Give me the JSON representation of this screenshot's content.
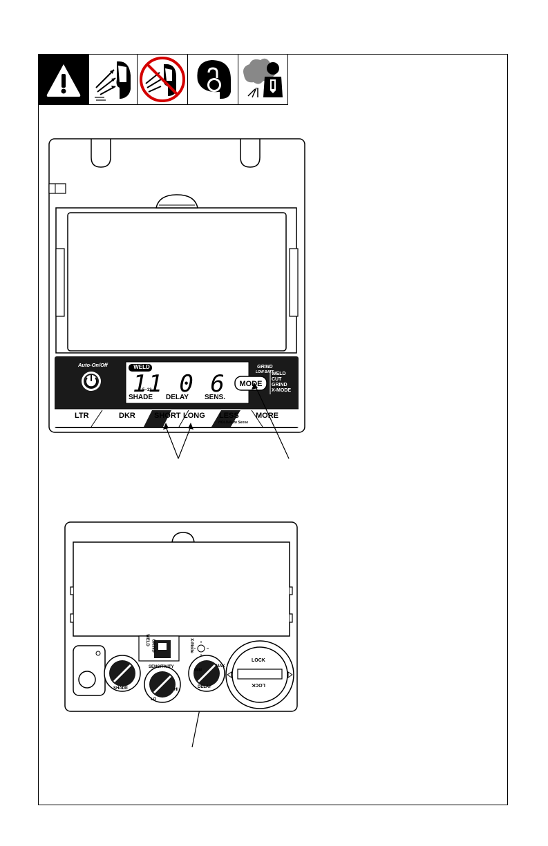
{
  "figure1": {
    "lcd": {
      "weld_badge": "WELD",
      "digits": "11 0 6",
      "range": "5–13",
      "shade": "SHADE",
      "delay": "DELAY",
      "sens": "SENS."
    },
    "auto_label": "Auto-On/Off",
    "grind_label": "GRIND",
    "low_batt_label": "LOW BATT",
    "mode_button": "MODE",
    "mode_options": [
      "WELD",
      "CUT",
      "GRIND",
      "X-MODE"
    ],
    "bottom_buttons": {
      "ltr": "LTR",
      "dkr": "DKR",
      "short": "SHORT",
      "long": "LONG",
      "less": "LESS",
      "more": "MORE",
      "hold_sub": "HOLD/Auto Sense"
    }
  },
  "figure2": {
    "switch_weld": "WELD",
    "switch_grind": "GRIND",
    "switch_xmode": "X-Mode",
    "sensitivity_label": "SENSITIVITY",
    "lo_label": "LO",
    "hi_label": "HI",
    "shade_label": "SHADE",
    "delay_label": "DELAY",
    "max_label": "MAX",
    "min_label": "MIN",
    "lock_top": "LOCK",
    "lock_bottom": "LOCK"
  },
  "colors": {
    "ink": "#000000",
    "paper": "#ffffff",
    "panel": "#1a1a1a",
    "no_symbol": "#d40000"
  },
  "icons": [
    "warning-triangle-icon",
    "arc-rays-face-icon",
    "no-unprotected-face-icon",
    "hearing-protection-icon",
    "fumes-breathing-icon"
  ]
}
